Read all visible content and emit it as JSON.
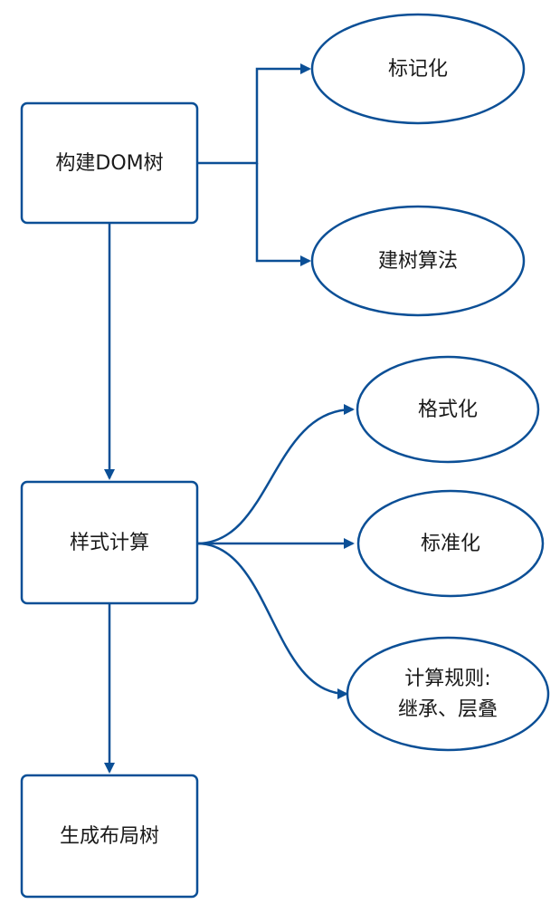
{
  "colors": {
    "stroke": "#0b4f96",
    "fill": "#ffffff",
    "text": "#1a1a1a",
    "background": "#ffffff"
  },
  "nodes": {
    "build_dom": {
      "label": "构建DOM树"
    },
    "tokenize": {
      "label": "标记化"
    },
    "tree_build": {
      "label": "建树算法"
    },
    "style_compute": {
      "label": "样式计算"
    },
    "formatting": {
      "label": "格式化"
    },
    "standardize": {
      "label": "标准化"
    },
    "compute_rules": {
      "label_line1": "计算规则:",
      "label_line2": "继承、层叠"
    },
    "layout_tree": {
      "label": "生成布局树"
    }
  }
}
